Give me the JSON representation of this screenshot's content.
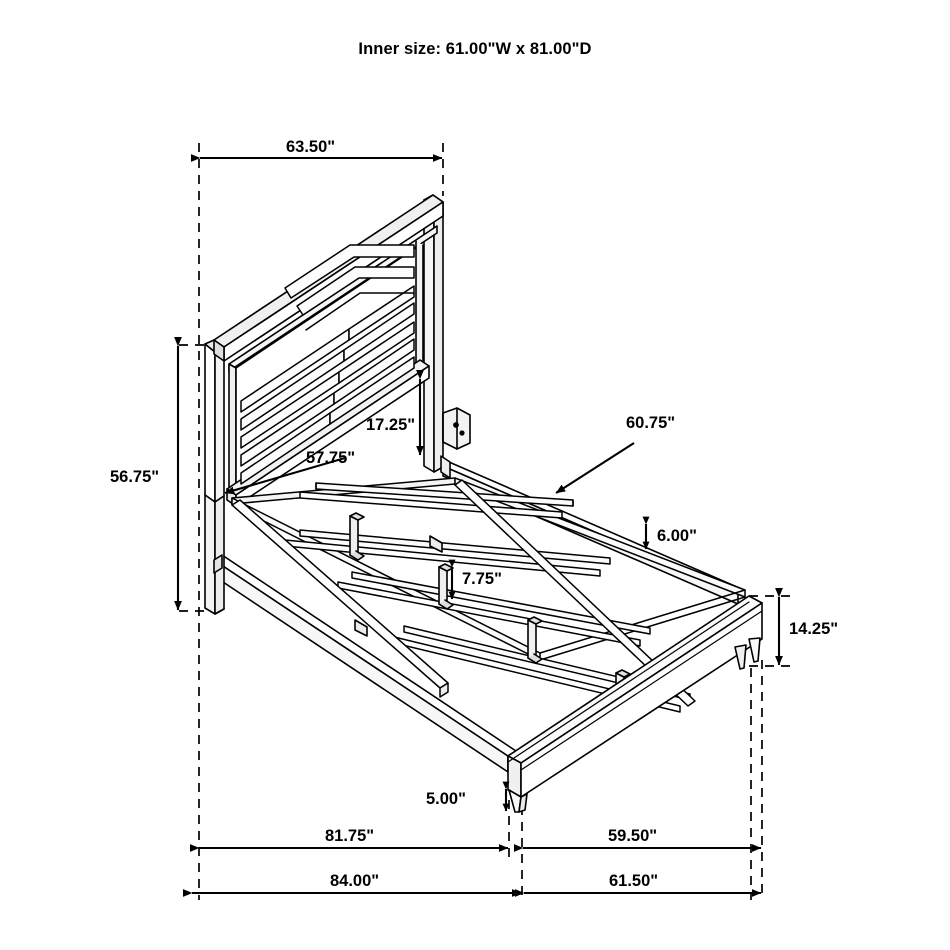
{
  "header": {
    "title": "Inner size: 61.00\"W x 81.00\"D"
  },
  "drawing": {
    "subject": "bed-dimension-diagram",
    "units": "inches",
    "projection": "isometric",
    "line_color": "#000000",
    "fill_color": "#ffffff",
    "guide_style": "dashed"
  },
  "dimensions": {
    "headboard_width": "63.50\"",
    "overall_height": "56.75\"",
    "headboard_panel_drop": "17.25\"",
    "headboard_post_height": "57.75\"",
    "rail_span": "60.75\"",
    "rail_thickness": "6.00\"",
    "center_leg_height": "7.75\"",
    "footboard_height": "14.25\"",
    "foot_leg_height": "5.00\"",
    "bed_length_inner": "81.75\"",
    "bed_width_inner": "59.50\"",
    "bed_length_overall": "84.00\"",
    "bed_width_overall": "61.50\""
  },
  "callouts": [
    {
      "id": "headboard-width",
      "label": "63.50\"",
      "kind": "linear-horizontal"
    },
    {
      "id": "overall-height",
      "label": "56.75\"",
      "kind": "linear-vertical"
    },
    {
      "id": "panel-drop",
      "label": "17.25\"",
      "kind": "linear-vertical"
    },
    {
      "id": "post-height",
      "label": "57.75\"",
      "kind": "leader"
    },
    {
      "id": "rail-span",
      "label": "60.75\"",
      "kind": "leader"
    },
    {
      "id": "rail-thickness",
      "label": "6.00\"",
      "kind": "linear-vertical"
    },
    {
      "id": "center-leg-height",
      "label": "7.75\"",
      "kind": "linear-vertical"
    },
    {
      "id": "footboard-height",
      "label": "14.25\"",
      "kind": "linear-vertical"
    },
    {
      "id": "foot-leg-height",
      "label": "5.00\"",
      "kind": "linear-vertical"
    },
    {
      "id": "length-inner",
      "label": "81.75\"",
      "kind": "linear-horizontal"
    },
    {
      "id": "width-inner",
      "label": "59.50\"",
      "kind": "linear-horizontal"
    },
    {
      "id": "length-overall",
      "label": "84.00\"",
      "kind": "linear-horizontal"
    },
    {
      "id": "width-overall",
      "label": "61.50\"",
      "kind": "linear-horizontal"
    }
  ]
}
